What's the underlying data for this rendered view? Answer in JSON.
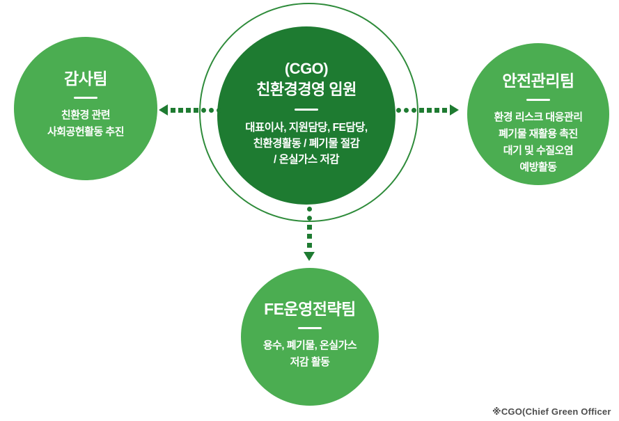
{
  "colors": {
    "center_green": "#1e7b31",
    "satellite_green": "#4bad51",
    "ring_green": "#2e8b3a",
    "text_white": "#ffffff",
    "footnote_gray": "#4d4d4d"
  },
  "center_node": {
    "title_line1": "(CGO)",
    "title_line2": "친환경경영 임원",
    "body_lines": [
      "대표이사, 지원담당, FE담당,",
      "친환경활동 / 폐기물 절감",
      "/ 온실가스 저감"
    ]
  },
  "teams": {
    "audit": {
      "title": "감사팀",
      "body_lines": [
        "친환경 관련",
        "사회공헌활동 추진"
      ]
    },
    "safety": {
      "title": "안전관리팀",
      "body_lines": [
        "환경 리스크 대응관리",
        "폐기물 재활용 촉진",
        "대기 및 수질오염",
        "예방활동"
      ]
    },
    "fe_strategy": {
      "title": "FE운영전략팀",
      "body_lines": [
        "용수, 폐기물, 온실가스",
        "저감 활동"
      ]
    }
  },
  "footnote": "※CGO(Chief Green Officer"
}
